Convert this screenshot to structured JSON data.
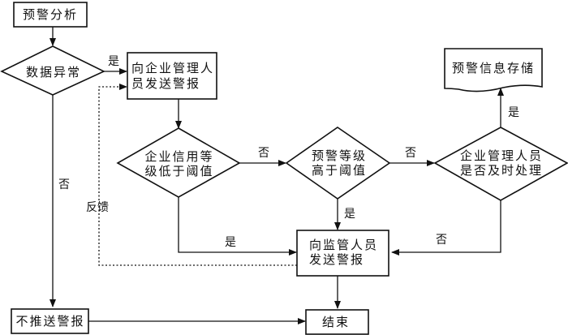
{
  "nodes": {
    "warning_analysis": {
      "type": "process",
      "label": "预警分析"
    },
    "data_abnormal": {
      "type": "decision",
      "label": "数据异常"
    },
    "send_to_enterprise": {
      "type": "process",
      "lines": [
        "向企业管理人",
        "员发送警报"
      ]
    },
    "credit_below_threshold": {
      "type": "decision",
      "lines": [
        "企业信用等",
        "级低于阈值"
      ]
    },
    "level_above_threshold": {
      "type": "decision",
      "lines": [
        "预警等级",
        "高于阈值"
      ]
    },
    "handled_in_time": {
      "type": "decision",
      "lines": [
        "企业管理人员",
        "是否及时处理"
      ]
    },
    "warning_storage": {
      "type": "document",
      "label": "预警信息存储"
    },
    "send_to_regulator": {
      "type": "process",
      "lines": [
        "向监管人员",
        "发送警报"
      ]
    },
    "no_push": {
      "type": "process",
      "label": "不推送警报"
    },
    "end": {
      "type": "process",
      "label": "结束"
    }
  },
  "edges": [
    {
      "from": "warning_analysis",
      "to": "data_abnormal",
      "label": ""
    },
    {
      "from": "data_abnormal",
      "to": "send_to_enterprise",
      "label": "是"
    },
    {
      "from": "data_abnormal",
      "to": "no_push",
      "label": "否"
    },
    {
      "from": "send_to_enterprise",
      "to": "credit_below_threshold",
      "label": ""
    },
    {
      "from": "credit_below_threshold",
      "to": "level_above_threshold",
      "label": "否"
    },
    {
      "from": "credit_below_threshold",
      "to": "send_to_regulator",
      "label": "是"
    },
    {
      "from": "level_above_threshold",
      "to": "handled_in_time",
      "label": "否"
    },
    {
      "from": "level_above_threshold",
      "to": "send_to_regulator",
      "label": "是"
    },
    {
      "from": "handled_in_time",
      "to": "warning_storage",
      "label": "是"
    },
    {
      "from": "handled_in_time",
      "to": "send_to_regulator",
      "label": "否"
    },
    {
      "from": "send_to_regulator",
      "to": "send_to_enterprise",
      "label": "反馈",
      "style": "dotted"
    },
    {
      "from": "send_to_regulator",
      "to": "end",
      "label": ""
    },
    {
      "from": "no_push",
      "to": "end",
      "label": ""
    }
  ],
  "labels": {
    "yes": "是",
    "no": "否",
    "feedback": "反馈"
  }
}
